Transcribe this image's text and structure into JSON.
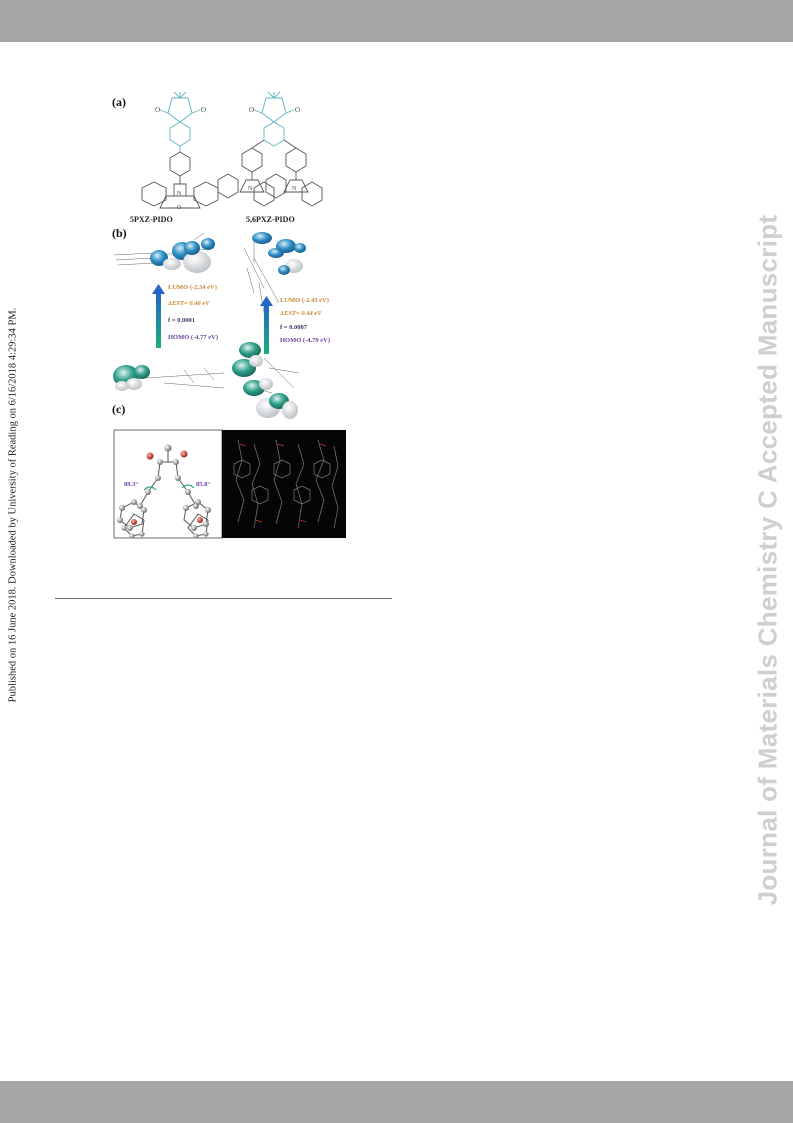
{
  "page": {
    "side_note": "Published on 16 June 2018. Downloaded by University of Reading on 6/16/2018 4:29:34 PM.",
    "watermark": "Journal of Materials Chemistry C Accepted Manuscript"
  },
  "figure": {
    "panel_a": "(a)",
    "panel_b": "(b)",
    "panel_c": "(c)",
    "molecules": [
      {
        "name": "5PXZ-PIDO",
        "lumo": "LUMO (-2.34 eV)",
        "delta_e": "ΔEST= 0.46 eV",
        "f": "f = 0.0001",
        "homo": "HOMO (-4.77 eV)"
      },
      {
        "name": "5,6PXZ-PIDO",
        "lumo": "LUMO (-2.43 eV)",
        "delta_e": "ΔEST= 0.44 eV",
        "f": "f = 0.0007",
        "homo": "HOMO (-4.79 eV)"
      }
    ],
    "angles": [
      "89.3°",
      "85.8°"
    ],
    "colors": {
      "acceptor": "#5fb5c2",
      "lumo_lobe": "#2f8fc6",
      "homo_lobe": "#2f9e8c",
      "oxygen": "#c0392b",
      "lumo_text": "#c8862a",
      "homo_text": "#6a3fa0"
    }
  }
}
